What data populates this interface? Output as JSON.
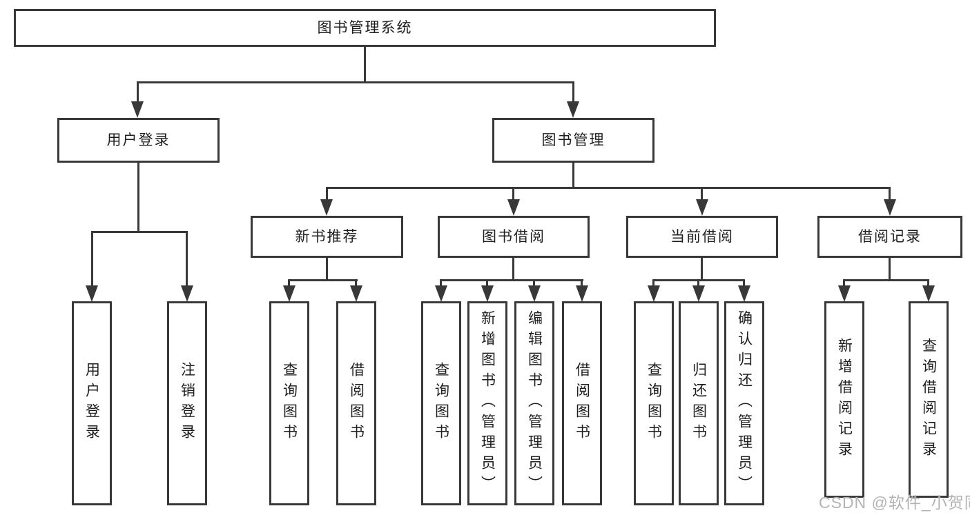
{
  "diagram_title": "图书管理系统",
  "nodes": {
    "root": "图书管理系统",
    "user_login": "用户登录",
    "book_mgmt": "图书管理",
    "new_book_rec": "新书推荐",
    "book_borrow": "图书借阅",
    "current_borrow": "当前借阅",
    "borrow_records": "借阅记录",
    "leaves": {
      "user_login": [
        "用户登录",
        "注销登录"
      ],
      "new_book_rec": [
        "查询图书",
        "借阅图书"
      ],
      "book_borrow": [
        "查询图书",
        "新增图书（管理员）",
        "编辑图书（管理员）",
        "借阅图书"
      ],
      "current_borrow": [
        "查询图书",
        "归还图书",
        "确认归还（管理员）"
      ],
      "borrow_records": [
        "新增借阅记录",
        "查询借阅记录"
      ]
    }
  },
  "watermark": "CSDN @软件_小贺同学",
  "colors": {
    "line": "#383838",
    "box_border": "#383838",
    "text": "#1e1e1e",
    "background": "#ffffff",
    "watermark": "#b3b3b3"
  }
}
